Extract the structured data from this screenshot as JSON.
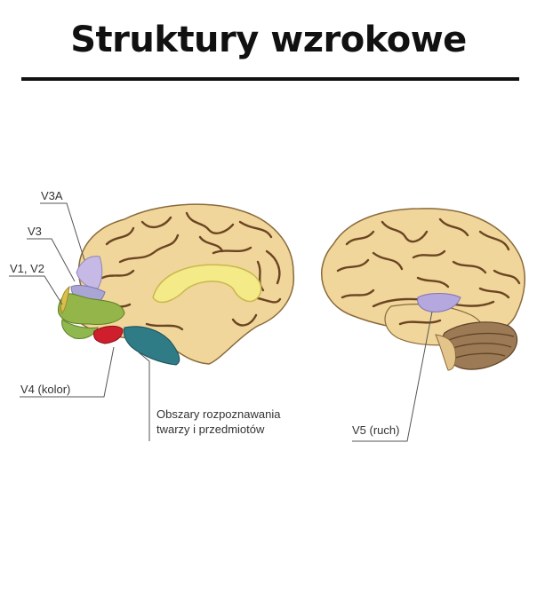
{
  "title": "Struktury wzrokowe",
  "labels": {
    "v3a": "V3A",
    "v3": "V3",
    "v1v2": "V1, V2",
    "v4": "V4 (kolor)",
    "faces_line1": "Obszary rozpoznawania",
    "faces_line2": "twarzy i przedmiotów",
    "v5": "V5 (ruch)"
  },
  "colors": {
    "brain": "#f0d69a",
    "gyri": "#6b4523",
    "corpus_callosum": "#f4ea88",
    "v1v2": "#93b54a",
    "v3": "#a9a6d6",
    "v3a": "#c7b9e6",
    "v4": "#d01f2c",
    "faces": "#2f7b86",
    "v5": "#b4a8de",
    "cerebellum": "#9b7a55"
  }
}
